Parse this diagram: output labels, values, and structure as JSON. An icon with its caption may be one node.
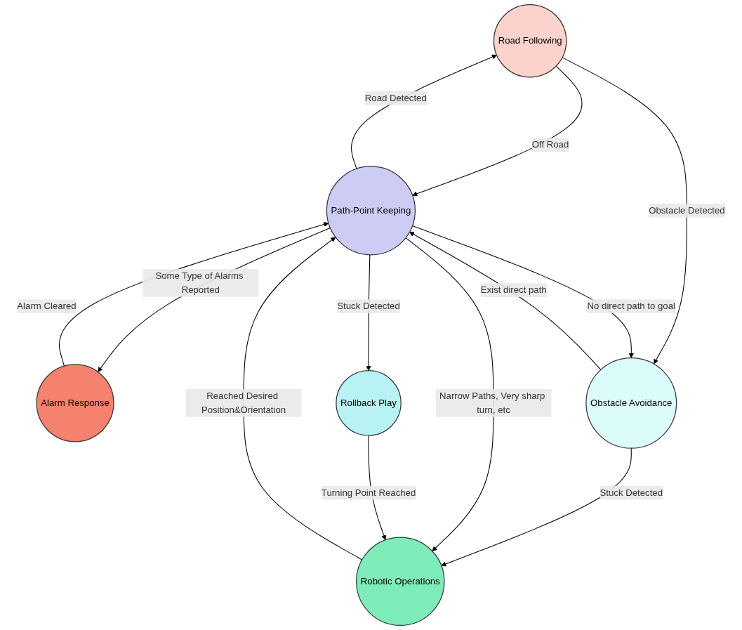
{
  "diagram": {
    "nodes": [
      {
        "text": [
          "Road Following"
        ]
      },
      {
        "text": [
          "Alarm Response"
        ]
      },
      {
        "text": [
          "Obstacle Avoidance"
        ]
      },
      {
        "text": [
          "Path-Point Keeping"
        ]
      },
      {
        "text": [
          "Rollback Play"
        ]
      },
      {
        "text": [
          "Robotic Operations"
        ]
      }
    ],
    "edges": [
      {
        "from": 3,
        "to": 0,
        "arrow": "to",
        "label": "Road Detected"
      },
      {
        "from": 0,
        "to": 3,
        "arrow": "to",
        "label": "Off Road"
      },
      {
        "from": 0,
        "to": 2,
        "arrow": "to",
        "label": "Obstacle Detected"
      },
      {
        "from": 3,
        "to": 1,
        "arrow": "to",
        "label": "Some Type of Alarms Reported"
      },
      {
        "from": 1,
        "to": 3,
        "arrow": "to",
        "label": "Alarm Cleared"
      },
      {
        "from": 3,
        "to": 2,
        "arrow": "to",
        "label": "No direct path to goal"
      },
      {
        "from": 2,
        "to": 3,
        "arrow": "to",
        "label": "Exist direct path"
      },
      {
        "from": 2,
        "to": 5,
        "arrow": "to",
        "label": "Stuck Detected"
      },
      {
        "from": 5,
        "to": 3,
        "arrow": "to",
        "label": "Reached Desired Position&Orientation"
      },
      {
        "from": 3,
        "to": 4,
        "arrow": "to",
        "label": "Stuck Detected"
      },
      {
        "from": 3,
        "to": 5,
        "arrow": "to",
        "label": "Narrow Paths, Very sharp turn, etc"
      },
      {
        "from": 4,
        "to": 5,
        "arrow": "to",
        "label": "Turning Point Reached"
      }
    ]
  }
}
